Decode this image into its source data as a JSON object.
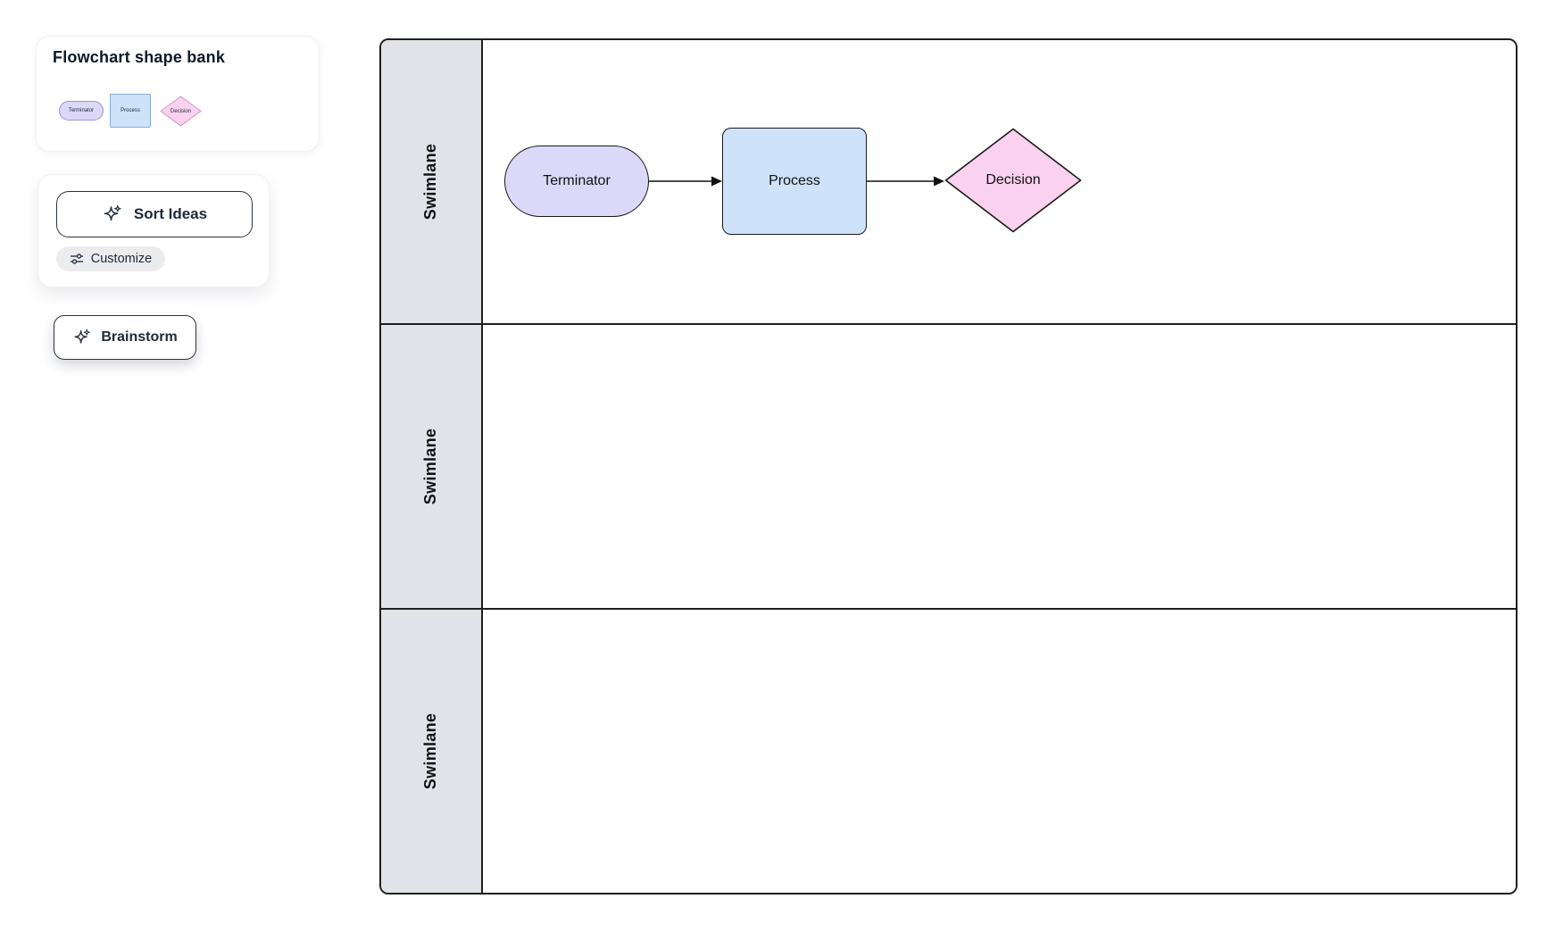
{
  "colors": {
    "terminator_fill": "#dcd8f7",
    "process_fill": "#cee2f9",
    "decision_fill": "#fad1ef",
    "lane_header_fill": "#e1e3e8",
    "stroke_dark": "#1a1a1a",
    "button_border": "#2b3440",
    "customize_pill_bg": "#ececee"
  },
  "shape_bank": {
    "title": "Flowchart shape bank",
    "shapes": [
      {
        "type": "terminator",
        "label": "Terminator"
      },
      {
        "type": "process",
        "label": "Process"
      },
      {
        "type": "decision",
        "label": "Decision"
      }
    ]
  },
  "ai_panel": {
    "sort_ideas_label": "Sort Ideas",
    "customize_label": "Customize"
  },
  "brainstorm": {
    "label": "Brainstorm"
  },
  "canvas": {
    "lanes": [
      {
        "label": "Swimlane"
      },
      {
        "label": "Swimlane"
      },
      {
        "label": "Swimlane"
      }
    ],
    "nodes": [
      {
        "type": "terminator",
        "label": "Terminator",
        "lane": 0
      },
      {
        "type": "process",
        "label": "Process",
        "lane": 0
      },
      {
        "type": "decision",
        "label": "Decision",
        "lane": 0
      }
    ],
    "connectors": [
      {
        "from": "Terminator",
        "to": "Process"
      },
      {
        "from": "Process",
        "to": "Decision"
      }
    ]
  }
}
